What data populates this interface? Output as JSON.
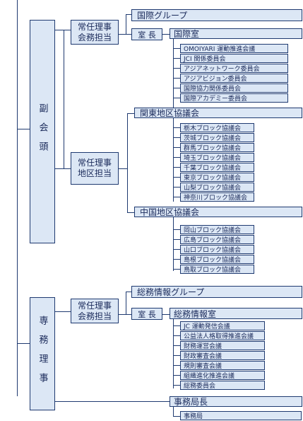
{
  "vp": {
    "title": "副会頭",
    "sections": [
      {
        "role_lines": [
          "常任理事",
          "会務担当"
        ],
        "group_label": "国際グループ",
        "chief_label": "室 長",
        "room_label": "国際室",
        "items": [
          "OMOIYARI 運動推進会議",
          "JCI 関係委員会",
          "アジアネットワーク委員会",
          "アジアビジョン委員会",
          "国際協力関係委員会",
          "国際アカデミー委員会"
        ]
      },
      {
        "role_lines": [
          "常任理事",
          "地区担当"
        ],
        "councils": [
          {
            "label": "関東地区協議会",
            "items": [
              "栃木ブロック協議会",
              "茨城ブロック協議会",
              "群馬ブロック協議会",
              "埼玉ブロック協議会",
              "千葉ブロック協議会",
              "東京ブロック協議会",
              "山梨ブロック協議会",
              "神奈川ブロック協議会"
            ]
          },
          {
            "label": "中国地区協議会",
            "items": [
              "岡山ブロック協議会",
              "広島ブロック協議会",
              "山口ブロック協議会",
              "島根ブロック協議会",
              "鳥取ブロック協議会"
            ]
          }
        ]
      }
    ]
  },
  "sd": {
    "title": "専務理事",
    "role_lines": [
      "常任理事",
      "会務担当"
    ],
    "group_label": "総務情報グループ",
    "chief_label": "室 長",
    "room_label": "総務情報室",
    "items": [
      "JC 運動発信会議",
      "公益法人格取得推進会議",
      "財務運営会議",
      "財政審査会議",
      "規則審査会議",
      "組織進化推進会議",
      "総務委員会"
    ],
    "secretariat_label": "事務局長",
    "secretariat_items": [
      "事務局"
    ]
  }
}
